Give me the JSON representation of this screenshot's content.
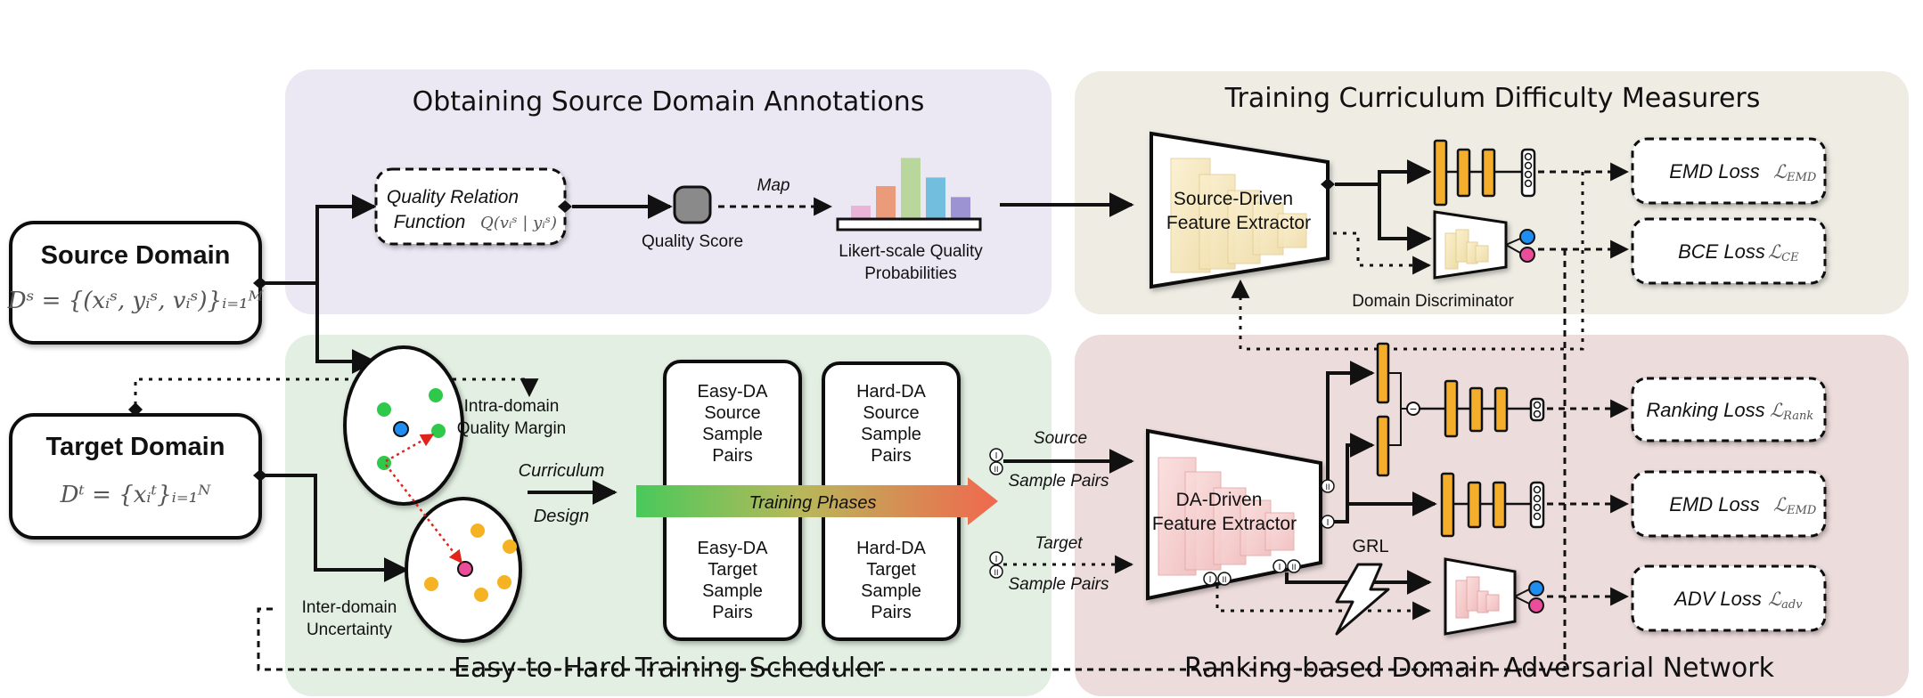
{
  "panels": {
    "source_annotations": "Obtaining Source Domain Annotations",
    "curriculum_measurers": "Training Curriculum Difficulty Measurers",
    "scheduler": "Easy-to-Hard Training Scheduler",
    "adversarial_network": "Ranking-based Domain Adversarial Network"
  },
  "source_domain": {
    "title": "Source Domain",
    "formula": "Dˢ = {(xᵢˢ, yᵢˢ, vᵢˢ)}ᵢ₌₁ᴹ"
  },
  "target_domain": {
    "title": "Target Domain",
    "formula": "Dᵗ = {xᵢᵗ}ᵢ₌₁ᴺ"
  },
  "annotation": {
    "relation_line1": "Quality Relation",
    "relation_line2": "Function",
    "relation_math": "Q(vᵢˢ | yᵢˢ)",
    "map": "Map",
    "quality_score": "Quality Score",
    "likert_line1": "Likert-scale Quality",
    "likert_line2": "Probabilities",
    "histogram": [
      0.17,
      0.42,
      0.78,
      0.53,
      0.28
    ],
    "histogram_colors": [
      "#e9b4d8",
      "#eb9b79",
      "#b9d79c",
      "#72bedf",
      "#9b93d2"
    ]
  },
  "measurers": {
    "extractor_line1": "Source-Driven",
    "extractor_line2": "Feature Extractor",
    "discriminator": "Domain Discriminator"
  },
  "scheduler": {
    "intra_line1": "Intra-domain",
    "intra_line2": "Quality Margin",
    "inter_line1": "Inter-domain",
    "inter_line2": "Uncertainty",
    "curriculum": "Curriculum",
    "design": "Design",
    "training_phases": "Training Phases",
    "boxes": {
      "easy_source": [
        "Easy-DA",
        "Source",
        "Sample",
        "Pairs"
      ],
      "hard_source": [
        "Hard-DA",
        "Source",
        "Sample",
        "Pairs"
      ],
      "easy_target": [
        "Easy-DA",
        "Target",
        "Sample",
        "Pairs"
      ],
      "hard_target": [
        "Hard-DA",
        "Target",
        "Sample",
        "Pairs"
      ]
    }
  },
  "adversarial": {
    "source": "Source",
    "source_pairs": "Sample Pairs",
    "target": "Target",
    "target_pairs": "Sample Pairs",
    "extractor_line1": "DA-Driven",
    "extractor_line2": "Feature Extractor",
    "grl": "GRL",
    "marker_1": "I",
    "marker_2": "II",
    "minus": "−"
  },
  "losses": {
    "emd_top": "EMD Loss",
    "emd_top_sym": "ℒ",
    "emd_top_sub": "EMD",
    "bce": "BCE Loss",
    "bce_sym": "ℒ",
    "bce_sub": "CE",
    "ranking": "Ranking Loss",
    "ranking_sym": "ℒ",
    "ranking_sub": "Rank",
    "emd_bottom": "EMD Loss",
    "emd_bottom_sym": "ℒ",
    "emd_bottom_sub": "EMD",
    "adv": "ADV Loss",
    "adv_sym": "ℒ",
    "adv_sub": "adv"
  },
  "colors": {
    "panel_purple": "#ece8f3",
    "panel_olive": "#eeece3",
    "panel_green": "#e2efe2",
    "panel_pink": "#eddcdc",
    "fc_orange": "#f5ad2c",
    "dot_green": "#2ec84a",
    "dot_blue": "#1f8ef0",
    "dot_yellow": "#f5b323",
    "dot_pink": "#ec4d9b",
    "margin_red": "#e0231b"
  }
}
